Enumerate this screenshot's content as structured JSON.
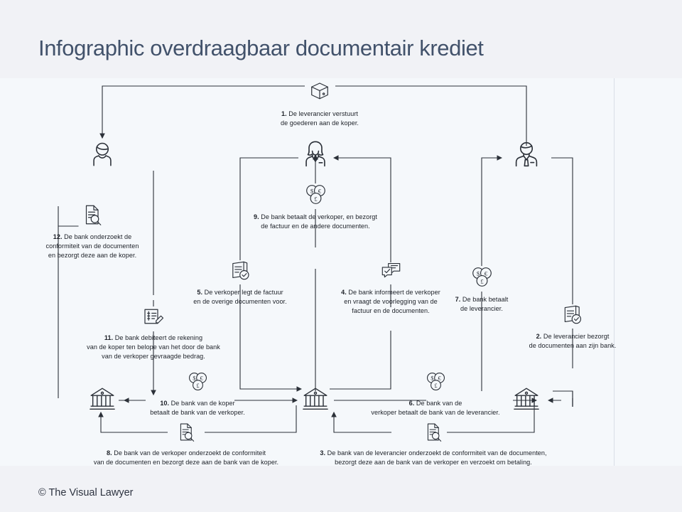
{
  "header": {
    "title": "Infographic overdraagbaar documentair krediet"
  },
  "footer": {
    "credit": "© The Visual Lawyer"
  },
  "colors": {
    "page_background": "#f1f2f6",
    "canvas_background": "#f5f8fb",
    "title_text": "#42526b",
    "body_text": "#1d2128",
    "line": "#2b3038",
    "rule": "#d9dee6"
  },
  "actors": [
    {
      "id": "buyer",
      "icon": "person-with-cap-icon",
      "label_role": "koper"
    },
    {
      "id": "seller",
      "icon": "woman-person-icon",
      "label_role": "verkoper"
    },
    {
      "id": "supplier",
      "icon": "man-in-suit-icon",
      "label_role": "leverancier"
    },
    {
      "id": "buyer-bank",
      "icon": "bank-building-icon",
      "label_role": "bank van de koper"
    },
    {
      "id": "seller-bank",
      "icon": "bank-building-icon",
      "label_role": "bank van de verkoper"
    },
    {
      "id": "supplier-bank",
      "icon": "bank-building-icon",
      "label_role": "bank van de leverancier"
    }
  ],
  "steps": [
    {
      "number": "1.",
      "icon": "package-box-icon",
      "text": "1. De leverancier verstuurt\nde goederen aan de koper.",
      "body": " De leverancier verstuurt\nde goederen aan de koper."
    },
    {
      "number": "2.",
      "icon": "documents-check-icon",
      "text": "2. De leverancier bezorgt\nde documenten aan zijn bank.",
      "body": " De leverancier bezorgt\nde documenten aan zijn bank."
    },
    {
      "number": "3.",
      "icon": "document-magnifier-icon",
      "text": "3. De bank van de leverancier onderzoekt de conformiteit van de documenten,\nbezorgt deze aan de bank van de verkoper en verzoekt om betaling.",
      "body": " De bank van de leverancier onderzoekt de conformiteit van de documenten,\nbezorgt deze aan de bank van de verkoper en verzoekt om betaling."
    },
    {
      "number": "4.",
      "icon": "chat-bubbles-check-icon",
      "text": "4. De bank informeert de verkoper\nen vraagt de voorlegging van de\nfactuur en de documenten.",
      "body": " De bank informeert de verkoper\nen vraagt de voorlegging van de\nfactuur en de documenten."
    },
    {
      "number": "5.",
      "icon": "documents-check-icon",
      "text": "5. De verkoper legt de factuur\nen de overige documenten voor.",
      "body": " De verkoper legt de factuur\nen de overige documenten voor."
    },
    {
      "number": "6.",
      "icon": "coins-icon",
      "text": "6. De bank van de\nverkoper betaalt de bank van de leverancier.",
      "body": " De bank van de\nverkoper betaalt de bank van de leverancier."
    },
    {
      "number": "7.",
      "icon": "coins-icon",
      "text": "7. De bank betaalt\nde leverancier.",
      "body": " De bank betaalt\nde leverancier."
    },
    {
      "number": "8.",
      "icon": "document-magnifier-icon",
      "text": "8. De bank van de verkoper onderzoekt de conformiteit\nvan de documenten en bezorgt deze aan de bank van de koper.",
      "body": " De bank van de verkoper onderzoekt de conformiteit\nvan de documenten en bezorgt deze aan de bank van de koper."
    },
    {
      "number": "9.",
      "icon": "coins-icon",
      "text": "9. De bank betaalt de verkoper, en bezorgt\nde factuur en de andere documenten.",
      "body": " De bank betaalt de verkoper, en bezorgt\nde factuur en de andere documenten."
    },
    {
      "number": "10.",
      "icon": "coins-icon",
      "text": "10. De bank van de koper\nbetaalt de bank van de verkoper.",
      "body": " De bank van de koper\nbetaalt de bank van de verkoper."
    },
    {
      "number": "11.",
      "icon": "invoice-pen-icon",
      "text": "11. De bank debiteert de rekening\nvan de koper ten belope van het door de bank\nvan de verkoper gevraagde bedrag.",
      "body": " De bank debiteert de rekening\nvan de koper ten belope van het door de bank\nvan de verkoper gevraagde bedrag."
    },
    {
      "number": "12.",
      "icon": "document-magnifier-icon",
      "text": "12. De bank onderzoekt de\nconformiteit van de documenten\nen bezorgt deze aan de koper.",
      "body": " De bank onderzoekt de\nconformiteit van de documenten\nen bezorgt deze aan de koper."
    }
  ]
}
